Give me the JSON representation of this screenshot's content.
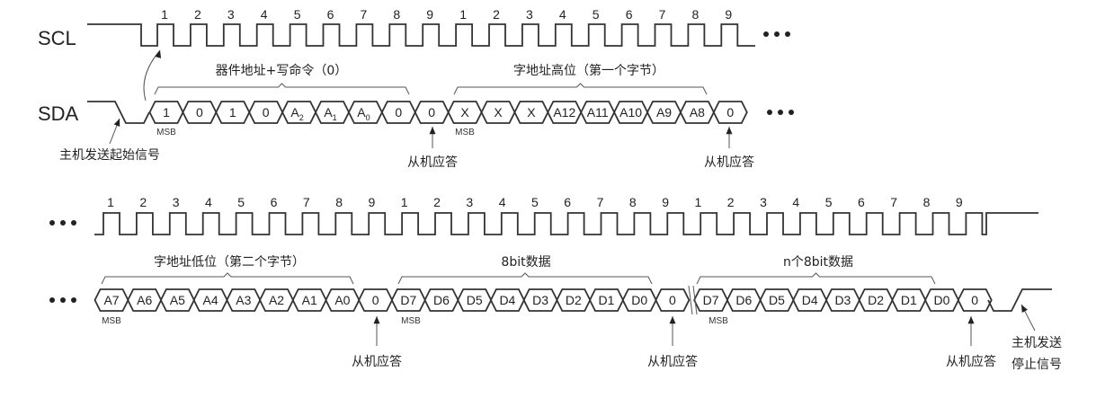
{
  "signals": {
    "scl": "SCL",
    "sda": "SDA"
  },
  "msb": "MSB",
  "top": {
    "clock_labels": [
      "1",
      "2",
      "3",
      "4",
      "5",
      "6",
      "7",
      "8",
      "9",
      "1",
      "2",
      "3",
      "4",
      "5",
      "6",
      "7",
      "8",
      "9"
    ],
    "cells": [
      "1",
      "0",
      "1",
      "0",
      "A2",
      "A1",
      "A0",
      "0",
      "0",
      "X",
      "X",
      "X",
      "A12",
      "A11",
      "A10",
      "A9",
      "A8",
      "0"
    ],
    "groups": [
      {
        "label": "器件地址+写命令（0）"
      },
      {
        "label": "字地址高位（第一个字节）"
      }
    ],
    "start_label": "主机发送起始信号",
    "ack_labels": [
      "从机应答",
      "从机应答"
    ]
  },
  "bottom": {
    "clock_labels": [
      "1",
      "2",
      "3",
      "4",
      "5",
      "6",
      "7",
      "8",
      "9",
      "1",
      "2",
      "3",
      "4",
      "5",
      "6",
      "7",
      "8",
      "9",
      "1",
      "2",
      "3",
      "4",
      "5",
      "6",
      "7",
      "8",
      "9"
    ],
    "cells": [
      "A7",
      "A6",
      "A5",
      "A4",
      "A3",
      "A2",
      "A1",
      "A0",
      "0",
      "D7",
      "D6",
      "D5",
      "D4",
      "D3",
      "D2",
      "D1",
      "D0",
      "0",
      "D7",
      "D6",
      "D5",
      "D4",
      "D3",
      "D2",
      "D1",
      "D0",
      "0"
    ],
    "groups": [
      {
        "label": "字地址低位（第二个字节）"
      },
      {
        "label": "8bit数据"
      },
      {
        "label": "n个8bit数据"
      }
    ],
    "ack_labels": [
      "从机应答",
      "从机应答",
      "从机应答"
    ],
    "stop_label": [
      "主机发送",
      "停止信号"
    ]
  }
}
